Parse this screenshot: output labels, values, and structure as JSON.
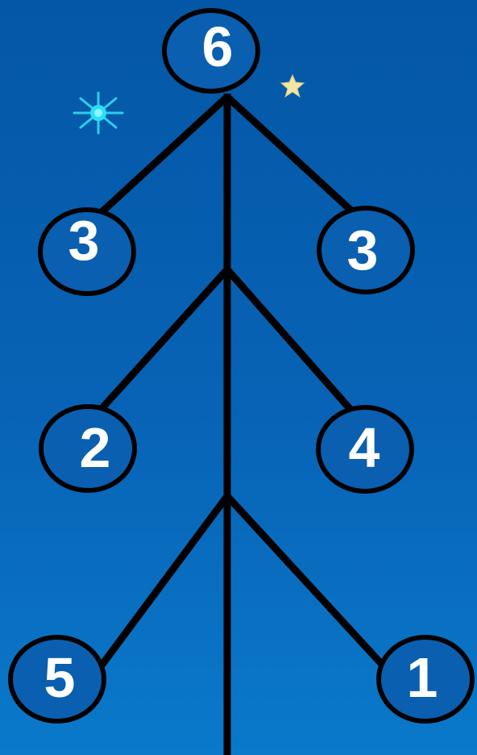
{
  "diagram": {
    "nodes": [
      {
        "id": "top",
        "value": "6"
      },
      {
        "id": "left-1",
        "value": "3"
      },
      {
        "id": "right-1",
        "value": "3"
      },
      {
        "id": "left-2",
        "value": "2"
      },
      {
        "id": "right-2",
        "value": "4"
      },
      {
        "id": "left-3",
        "value": "5"
      },
      {
        "id": "right-3",
        "value": "1"
      }
    ],
    "decorations": [
      "snowflake-icon",
      "star-icon"
    ],
    "colors": {
      "background_top": "#0457a6",
      "background_bottom": "#0a79ca",
      "stroke": "#000000",
      "label": "#ffffff",
      "snowflake": "#2fd6f0",
      "star": "#f3e7a6"
    }
  }
}
